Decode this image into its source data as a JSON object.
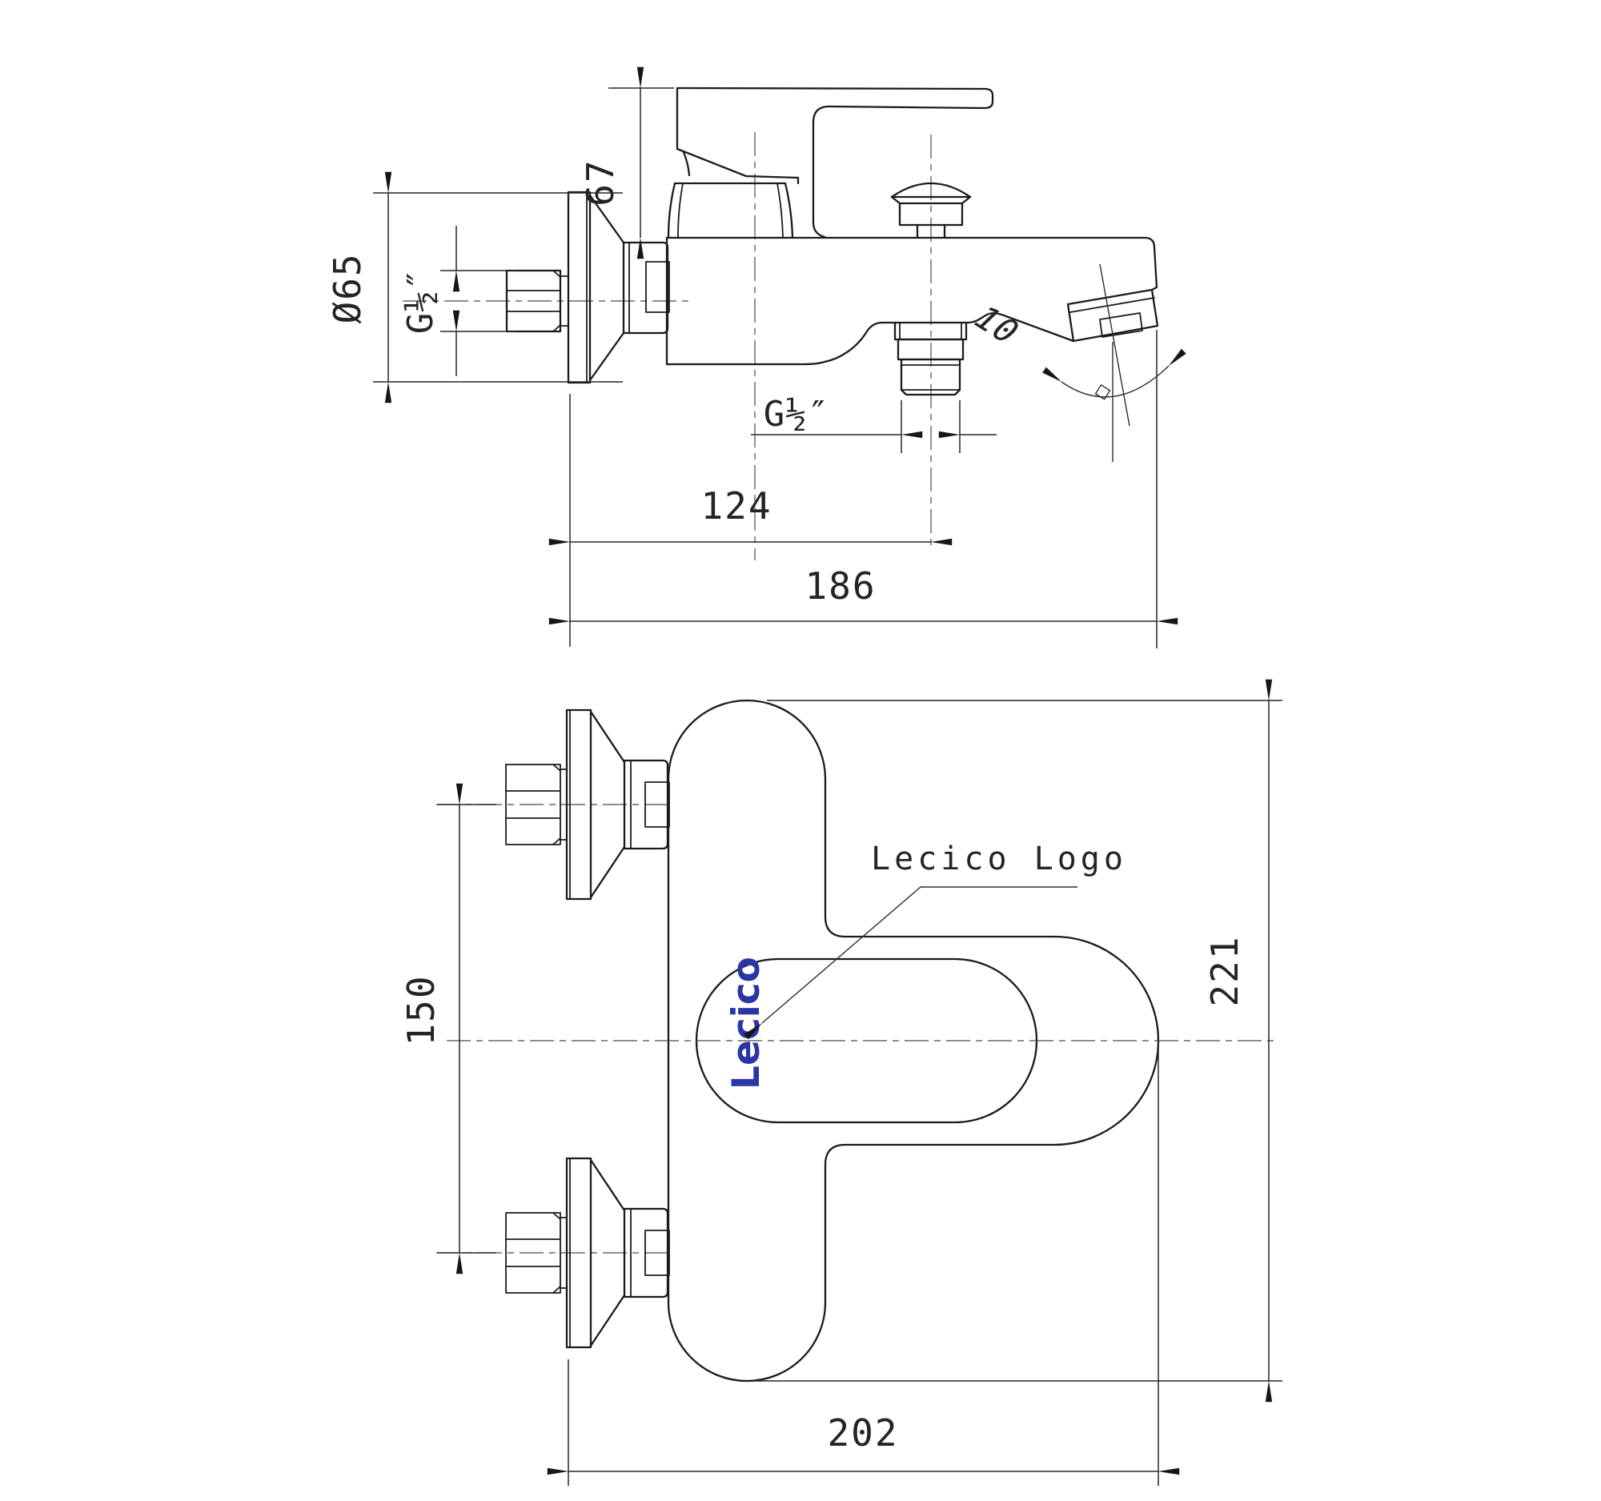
{
  "drawing": {
    "type": "technical-drawing",
    "subject": "wall-mounted bath mixer faucet, two orthographic views",
    "colors": {
      "background": "#ffffff",
      "line": "#1b1b1b",
      "dimension": "#262626",
      "centerline": "#4a4a4a",
      "logo_blue": "#2b35a5"
    },
    "views": {
      "side": {
        "name": "side elevation (upper view)",
        "dims": {
          "handle_height": "67",
          "escutcheon_diameter": "Ø65",
          "inlet_thread": "G½″",
          "shower_outlet_thread": "G½″",
          "wall_to_shower_outlet": "124",
          "wall_to_spout_tip": "186",
          "spout_angle": "10",
          "spout_angle_mark": "square-degree-symbol"
        }
      },
      "front": {
        "name": "front elevation (lower view)",
        "dims": {
          "inlet_centres": "150",
          "overall_height": "221",
          "overall_width": "202"
        },
        "logo_callout": "Lecico Logo",
        "logo_text": "Lecico"
      }
    }
  }
}
